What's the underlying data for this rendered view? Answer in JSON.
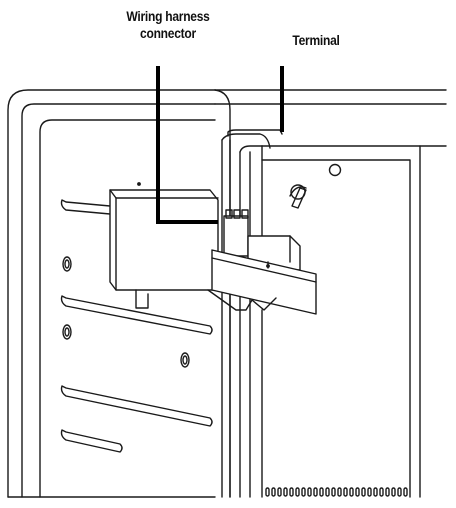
{
  "callouts": {
    "harness_line1": "Wiring harness",
    "harness_line2": "connector",
    "terminal": "Terminal"
  },
  "colors": {
    "line": "#1a1a1a",
    "leader": "#000000",
    "fill": "#ffffff"
  }
}
